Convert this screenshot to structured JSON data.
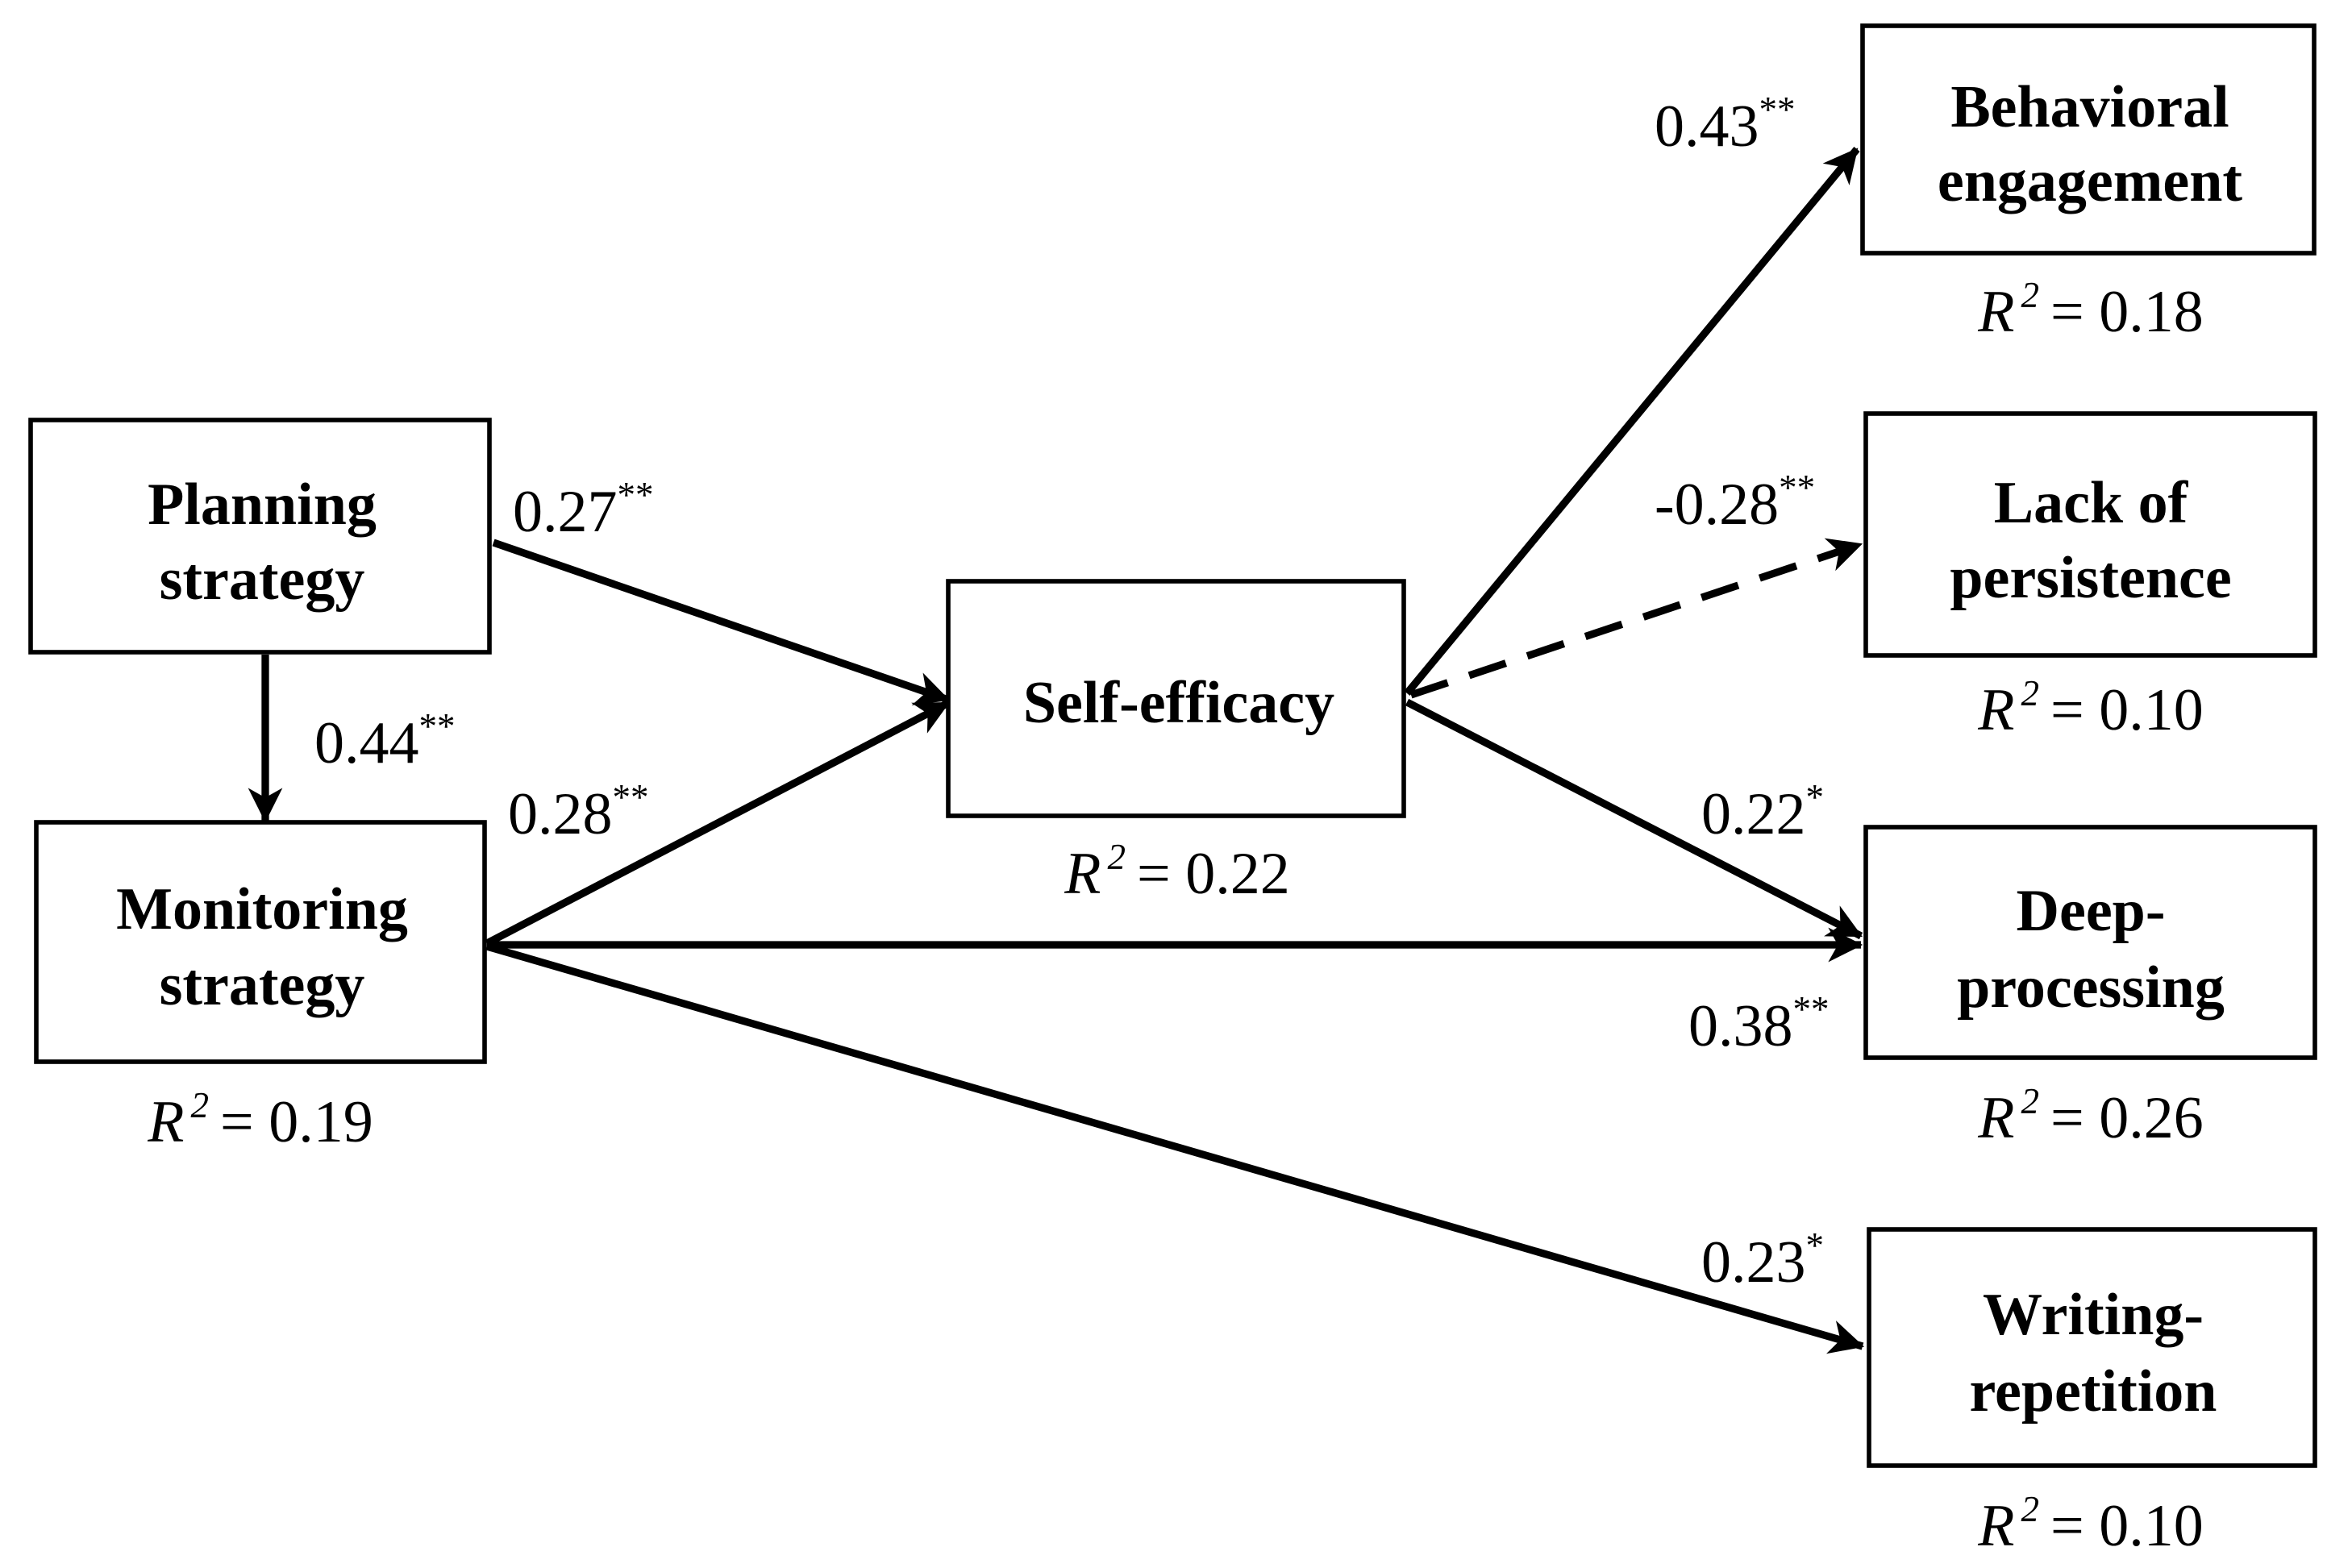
{
  "nodes": {
    "planning": {
      "line1": "Planning",
      "line2": "strategy"
    },
    "monitoring": {
      "line1": "Monitoring",
      "line2": "strategy",
      "r2_value": "= 0.19"
    },
    "selfefficacy": {
      "line1": "Self-efficacy",
      "r2_value": "= 0.22"
    },
    "behavioral": {
      "line1": "Behavioral",
      "line2": "engagement",
      "r2_value": "= 0.18"
    },
    "persistence": {
      "line1": "Lack of",
      "line2": "persistence",
      "r2_value": "= 0.10"
    },
    "deep": {
      "line1": "Deep-",
      "line2": "processing",
      "r2_value": "= 0.26"
    },
    "writing": {
      "line1": "Writing-",
      "line2": "repetition",
      "r2_value": "= 0.10"
    }
  },
  "r2_symbol": "R",
  "r2_superscript": "2",
  "paths": {
    "planning_to_monitoring": {
      "coef": "0.44",
      "sig": "**"
    },
    "planning_to_selfefficacy": {
      "coef": "0.27",
      "sig": "**"
    },
    "monitoring_to_selfefficacy": {
      "coef": "0.28",
      "sig": "**"
    },
    "selfefficacy_to_behavioral": {
      "coef": "0.43",
      "sig": "**"
    },
    "selfefficacy_to_persistence": {
      "coef": "-0.28",
      "sig": "**"
    },
    "selfefficacy_to_deep": {
      "coef": "0.22",
      "sig": "*"
    },
    "monitoring_to_deep": {
      "coef": "0.38",
      "sig": "**"
    },
    "monitoring_to_writing": {
      "coef": "0.23",
      "sig": "*"
    }
  },
  "colors": {
    "line": "#000000",
    "background": "#ffffff"
  }
}
